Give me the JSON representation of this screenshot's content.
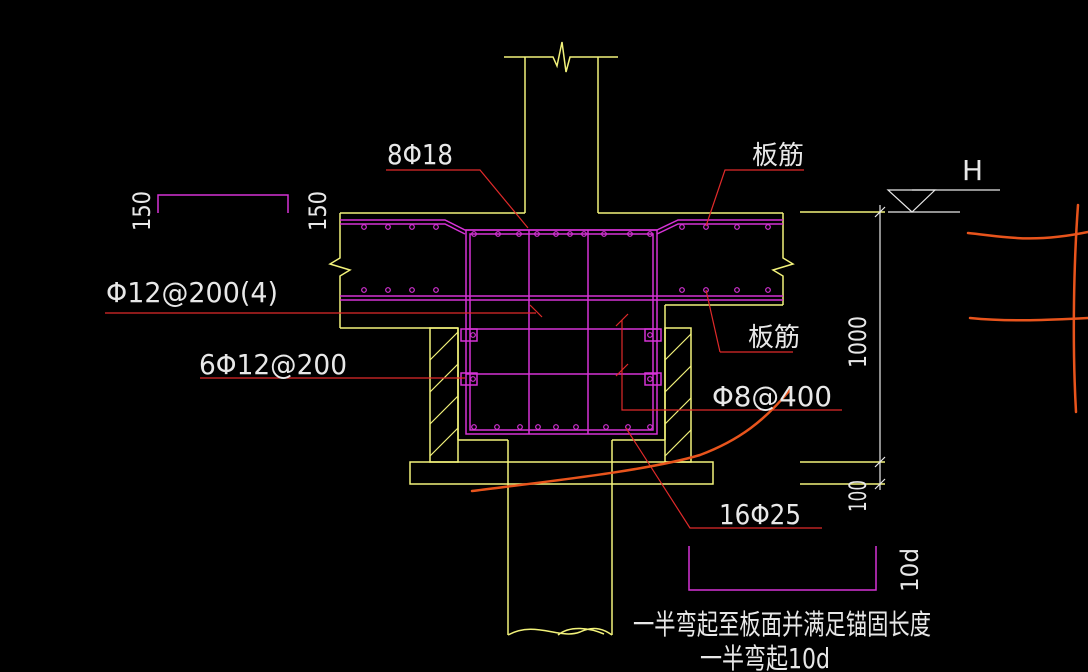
{
  "colors": {
    "background": "#000000",
    "outline": "#f2f27a",
    "rebar": "#d633d6",
    "leader": "#e02a2a",
    "text": "#e8e8e8",
    "dimension": "#e8e8e8",
    "markup": "#e8541c"
  },
  "labels": {
    "top_bars": "8Φ18",
    "slab_bar_top": "板筋",
    "slab_bar_bottom": "板筋",
    "level_mark": "H",
    "stirrup_main": "Φ12@200(4)",
    "side_bars": "6Φ12@200",
    "tie_bars": "Φ8@400",
    "bottom_bars": "16Φ25"
  },
  "dimensions": {
    "slab_thickness_left": "150",
    "slab_thickness_right": "150",
    "depth": "1000",
    "cushion": "100",
    "hook_10d": "10d"
  },
  "notes": {
    "line1": "一半弯起至板面并满足锚固长度",
    "line2": "一半弯起10d"
  }
}
